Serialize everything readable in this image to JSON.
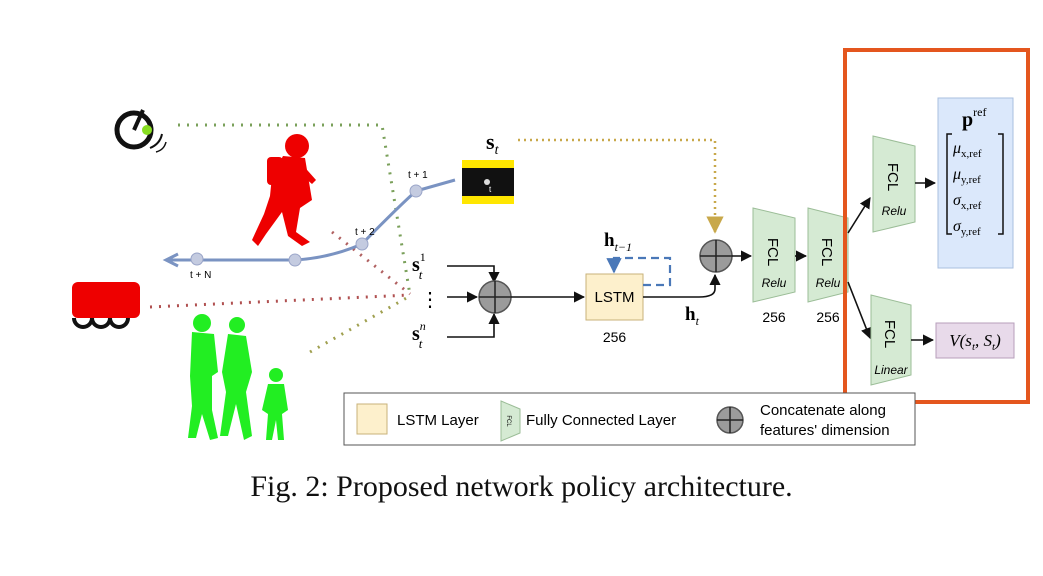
{
  "labels": {
    "state_vector": "s",
    "state_sub": "t",
    "agent_state_top": "s",
    "agent_state_top_sup": "1",
    "agent_state_top_sub": "t",
    "ellipsis": "⋮",
    "agent_state_bottom": "s",
    "agent_state_bottom_sup": "n",
    "agent_state_bottom_sub": "t",
    "hidden_prev": "h",
    "hidden_prev_sub": "t−1",
    "hidden": "h",
    "hidden_sub": "t",
    "lstm": "LSTM",
    "lstm_size": "256",
    "fcl1": "FCL",
    "fcl1_act": "Relu",
    "fcl1_size": "256",
    "fcl2": "FCL",
    "fcl2_act": "Relu",
    "fcl2_size": "256",
    "fcl_policy": "FCL",
    "fcl_policy_act": "Relu",
    "fcl_value": "FCL",
    "fcl_value_act": "Linear",
    "pref": "p",
    "pref_sup": "ref",
    "mu_x": "μ",
    "mu_x_sub": "x,ref",
    "mu_y": "μ",
    "mu_y_sub": "y,ref",
    "sigma_x": "σ",
    "sigma_x_sub": "x,ref",
    "sigma_y": "σ",
    "sigma_y_sub": "y,ref",
    "value_output": "V(s",
    "value_output_sub1": "t",
    "value_output_mid": ", S",
    "value_output_sub2": "t",
    "value_output_end": ")",
    "traj_t1": "t + 1",
    "traj_t2": "t + 2",
    "traj_tN": "t + N",
    "map_t": "t"
  },
  "legend": {
    "lstm_layer": "LSTM Layer",
    "fcl_icon": "FCL",
    "fully_connected": "Fully Connected Layer",
    "concat_line1": "Concatenate along",
    "concat_line2": "features' dimension"
  },
  "caption": "Fig. 2: Proposed network policy architecture.",
  "colors": {
    "lstm_fill": "#fdf0cc",
    "fcl_fill": "#d5ead3",
    "pref_fill": "#dbe8fb",
    "value_fill": "#e8daea",
    "highlight": "#e4561e",
    "trajectory": "#7a93c2",
    "pedestrian_red": "#ee0000",
    "pedestrian_green": "#22ee22",
    "robot_red": "#ee0000"
  }
}
